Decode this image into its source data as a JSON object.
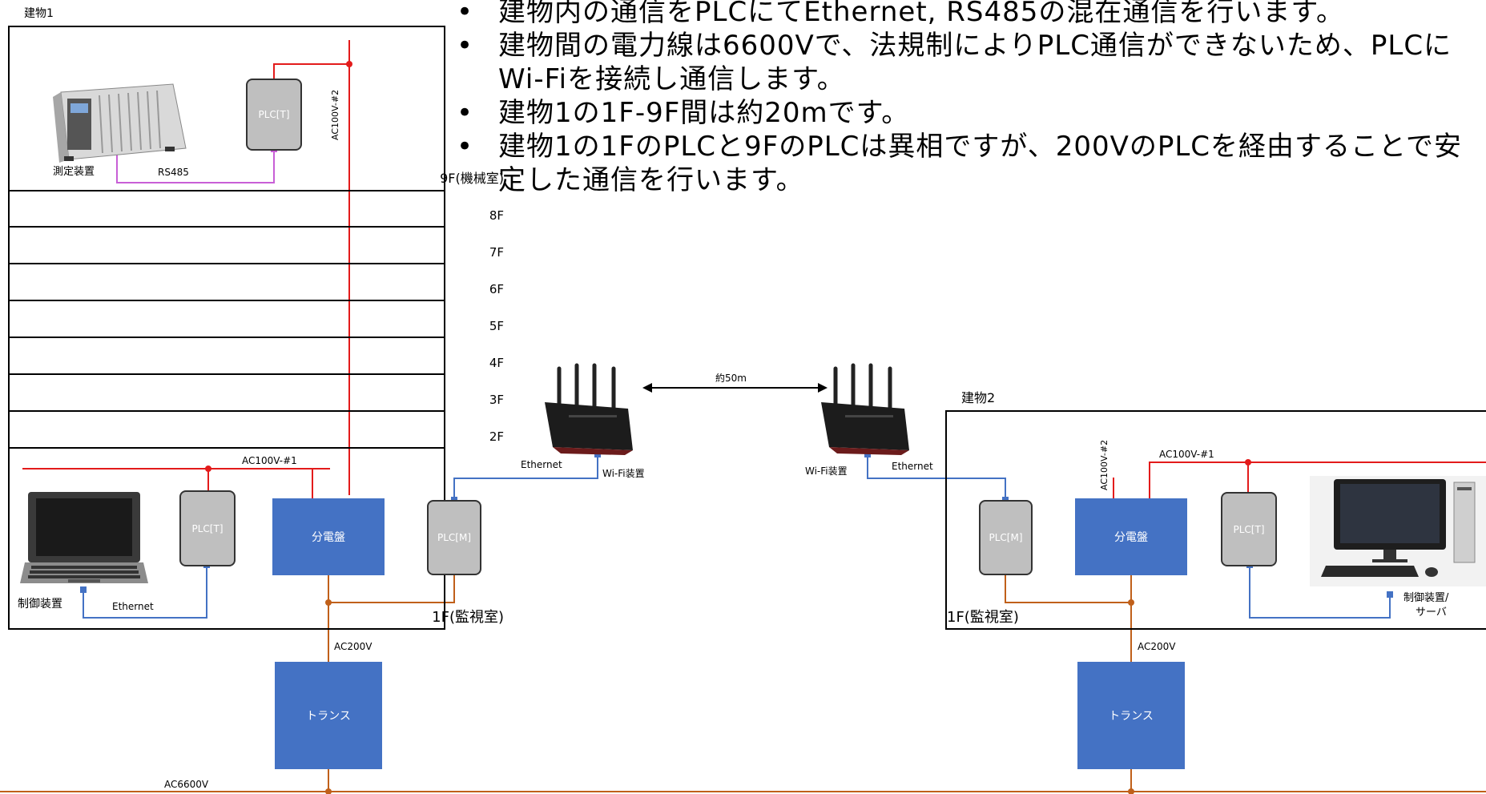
{
  "bullets": [
    "建物内の通信をPLCにてEthernet, RS485の混在通信を行います。",
    "建物間の電力線は6600Vで、法規制によりPLC通信ができないため、PLCにWi-Fiを接続し通信します。",
    "建物1の1F-9F間は約20mです。",
    "建物1の1FのPLCと9FのPLCは異相ですが、200VのPLCを経由することで安定した通信を行います。"
  ],
  "building1": {
    "name": "建物1",
    "floors": [
      "9F(機械室)",
      "8F",
      "7F",
      "6F",
      "5F",
      "4F",
      "3F",
      "2F",
      "1F(監視室)"
    ],
    "measure_device": "測定装置",
    "rs485": "RS485",
    "plc_top": "PLC[T]",
    "ac100v_2": "AC100V-#2",
    "ac100v_1": "AC100V-#1",
    "plc_t": "PLC[T]",
    "panel": "分電盤",
    "plc_m": "PLC[M]",
    "control_device": "制御装置",
    "ethernet": "Ethernet",
    "ac200v": "AC200V",
    "transformer": "トランス",
    "ac6600v": "AC6600V"
  },
  "link": {
    "distance": "約50m",
    "ethernet_left": "Ethernet",
    "wifi_left": "Wi-Fi装置",
    "wifi_right": "Wi-Fi装置",
    "ethernet_right": "Ethernet"
  },
  "building2": {
    "name": "建物2",
    "floor": "1F(監視室)",
    "ac100v_2": "AC100V-#2",
    "ac100v_1": "AC100V-#1",
    "plc_m": "PLC[M]",
    "panel": "分電盤",
    "plc_t": "PLC[T]",
    "control_server_line1": "制御装置/",
    "control_server_line2": "サーバ",
    "ac200v": "AC200V",
    "transformer": "トランス"
  },
  "colors": {
    "power_red": "#e31b1b",
    "power_brown": "#c0601a",
    "ethernet_blue": "#4472c4",
    "rs485_magenta": "#c85fd6",
    "panel_blue": "#4472c4",
    "plc_gray": "#bfbfbf"
  },
  "icons": [
    "measurement-instrument-icon",
    "laptop-icon",
    "wifi-router-icon",
    "desktop-pc-icon"
  ]
}
